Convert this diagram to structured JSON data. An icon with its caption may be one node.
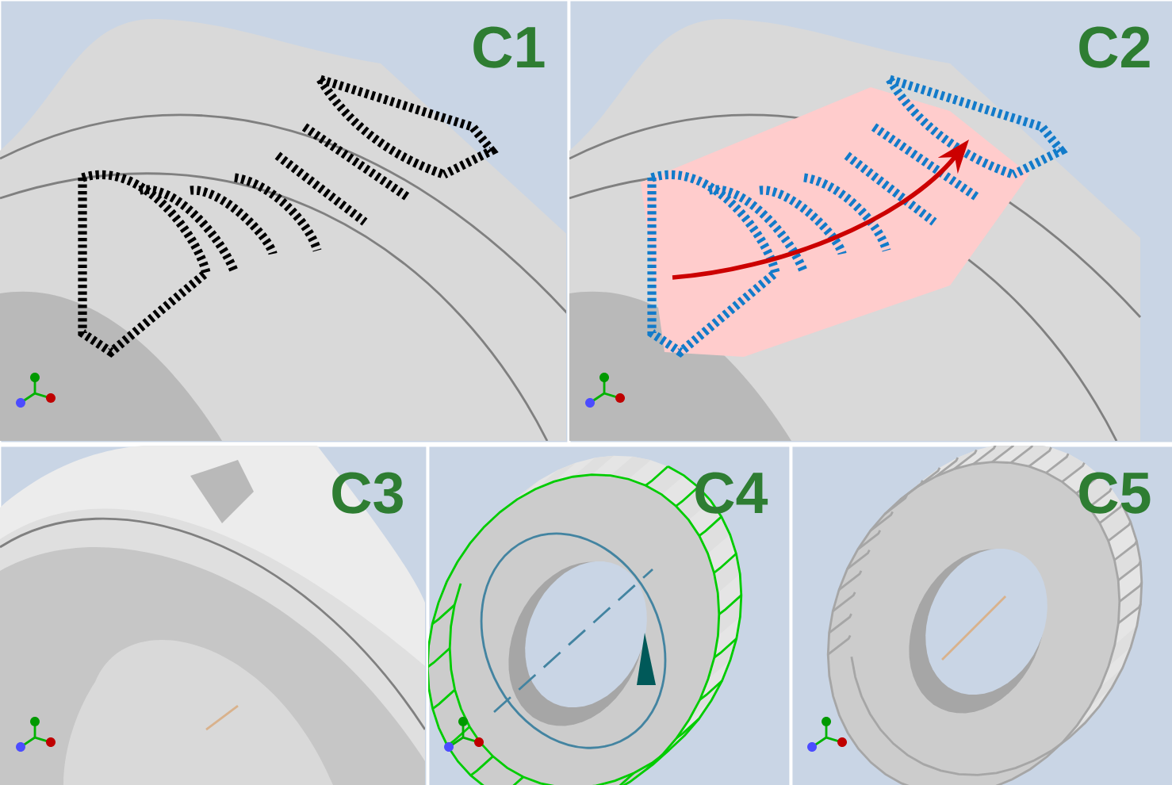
{
  "diagram": {
    "nodes": [
      {
        "text": [
          "C1"
        ]
      },
      {
        "text": [
          "C2"
        ]
      },
      {
        "text": [
          "C3"
        ]
      },
      {
        "text": [
          "C4"
        ]
      },
      {
        "text": [
          "C5"
        ]
      }
    ]
  }
}
